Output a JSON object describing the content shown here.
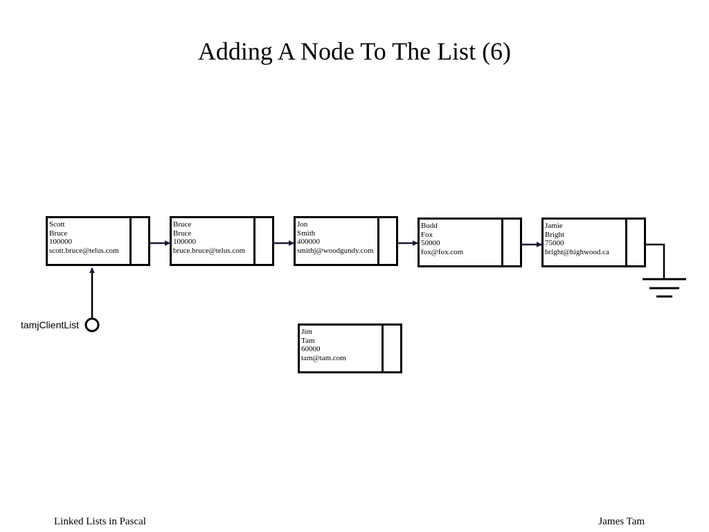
{
  "slide": {
    "title": "Adding A Node To The List (6)",
    "footer_left": "Linked Lists in Pascal",
    "footer_right": "James Tam"
  },
  "head_pointer": {
    "label": "tamjClientList"
  },
  "nodes": [
    {
      "first": "Scott",
      "last": "Bruce",
      "income": "100000",
      "email": "scott.bruce@telus.com"
    },
    {
      "first": "Bruce",
      "last": "Bruce",
      "income": "100000",
      "email": "bruce.bruce@telus.com"
    },
    {
      "first": "Jon",
      "last": "Smith",
      "income": "400000",
      "email": "smithj@woodgundy.com"
    },
    {
      "first": "Budd",
      "last": "Fox",
      "income": "50000",
      "email": "fox@fox.com"
    },
    {
      "first": "Jamie",
      "last": "Bright",
      "income": "75000",
      "email": "bright@highwood.ca"
    }
  ],
  "new_node": {
    "first": "Jim",
    "last": "Tam",
    "income": "60000",
    "email": "tam@tam.com"
  }
}
